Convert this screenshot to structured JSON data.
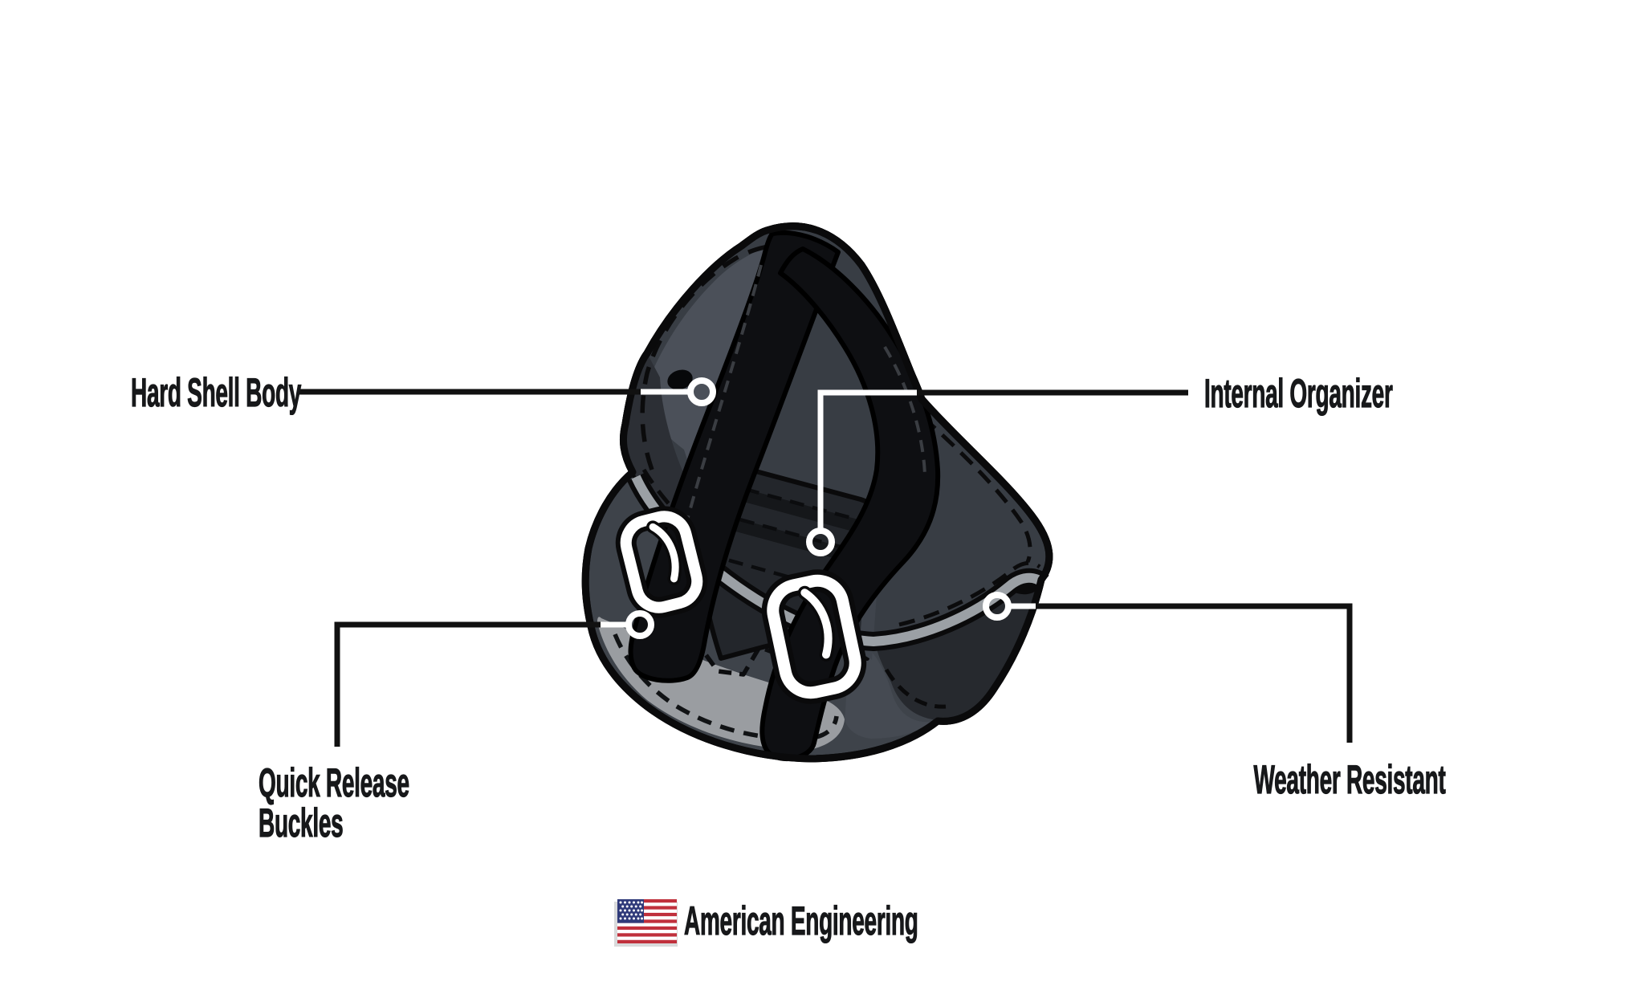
{
  "diagram_title": "Motorcycle swing arm bag feature diagram",
  "callouts": [
    {
      "id": "hard-shell-body",
      "label": "Hard Shell Body"
    },
    {
      "id": "internal-organizer",
      "label": "Internal Organizer"
    },
    {
      "id": "quick-release-buckles",
      "label": "Quick Release Buckles",
      "lines": [
        "Quick Release",
        "Buckles"
      ]
    },
    {
      "id": "weather-resistant",
      "label": "Weather Resistant"
    }
  ],
  "footer": {
    "label": "American Engineering",
    "flag": "us-flag-icon"
  },
  "colors": {
    "label": "#17181a",
    "ink": "#0a0a0b",
    "bag_body": "#3e434a",
    "bag_flap": "#383d44",
    "bag_highlight": "#4b5059",
    "bag_dark_panel": "#26292e",
    "bag_mid_panel": "#454a52",
    "bag_pocket": "#23262b",
    "bag_base_gray": "#9a9da1",
    "piping_gray": "#9ba0a5",
    "strap_black": "#0e0f12",
    "buckle_white": "#ffffff",
    "flag_red": "#c0303c",
    "flag_blue": "#2f3a7a",
    "connector_black": "#111111",
    "connector_white": "#ffffff"
  }
}
